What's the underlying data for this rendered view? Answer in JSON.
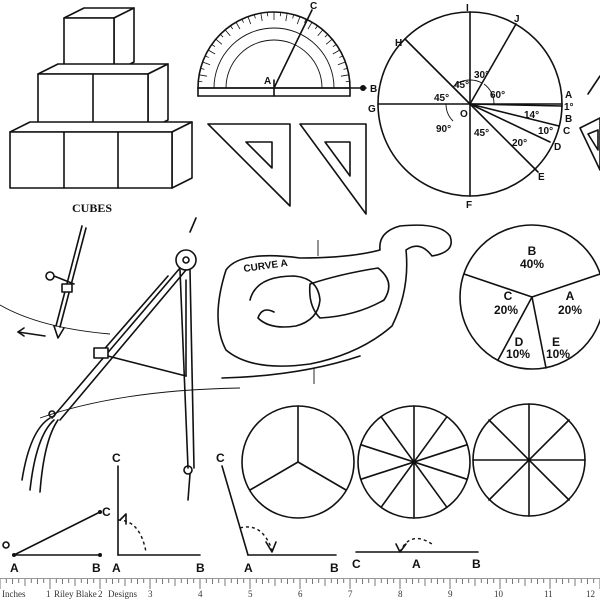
{
  "cubes": {
    "caption": "CUBES"
  },
  "protractor": {
    "point_c": "C",
    "point_a": "A",
    "point_b": "B"
  },
  "circle": {
    "points": [
      "I",
      "J",
      "H",
      "G",
      "A",
      "B",
      "C",
      "D",
      "E",
      "F",
      "O"
    ],
    "angles": [
      "30°",
      "45°",
      "60°",
      "45°",
      "14°",
      "1°",
      "10°",
      "90°",
      "20°",
      "45°"
    ]
  },
  "curve": {
    "label": "CURVE A"
  },
  "pie": {
    "slices": [
      {
        "letter": "B",
        "pct": "40%"
      },
      {
        "letter": "C",
        "pct": "20%"
      },
      {
        "letter": "A",
        "pct": "20%"
      },
      {
        "letter": "D",
        "pct": "10%"
      },
      {
        "letter": "E",
        "pct": "10%"
      }
    ]
  },
  "angle_diagrams": {
    "d1": {
      "left": "A",
      "right": "B",
      "top": "C"
    },
    "d2": {
      "top": "C",
      "left": "A",
      "right": "B"
    },
    "d3": {
      "top": "C",
      "left": "A",
      "right": "B"
    },
    "d4": {
      "left": "C",
      "mid": "A",
      "right": "B"
    }
  },
  "ruler": {
    "unit": "Inches",
    "numbers": [
      "1",
      "2",
      "3",
      "4",
      "5",
      "6",
      "7",
      "8",
      "9",
      "10",
      "11",
      "12"
    ],
    "brand_left": "Riley Blake",
    "brand_right": "Designs"
  }
}
